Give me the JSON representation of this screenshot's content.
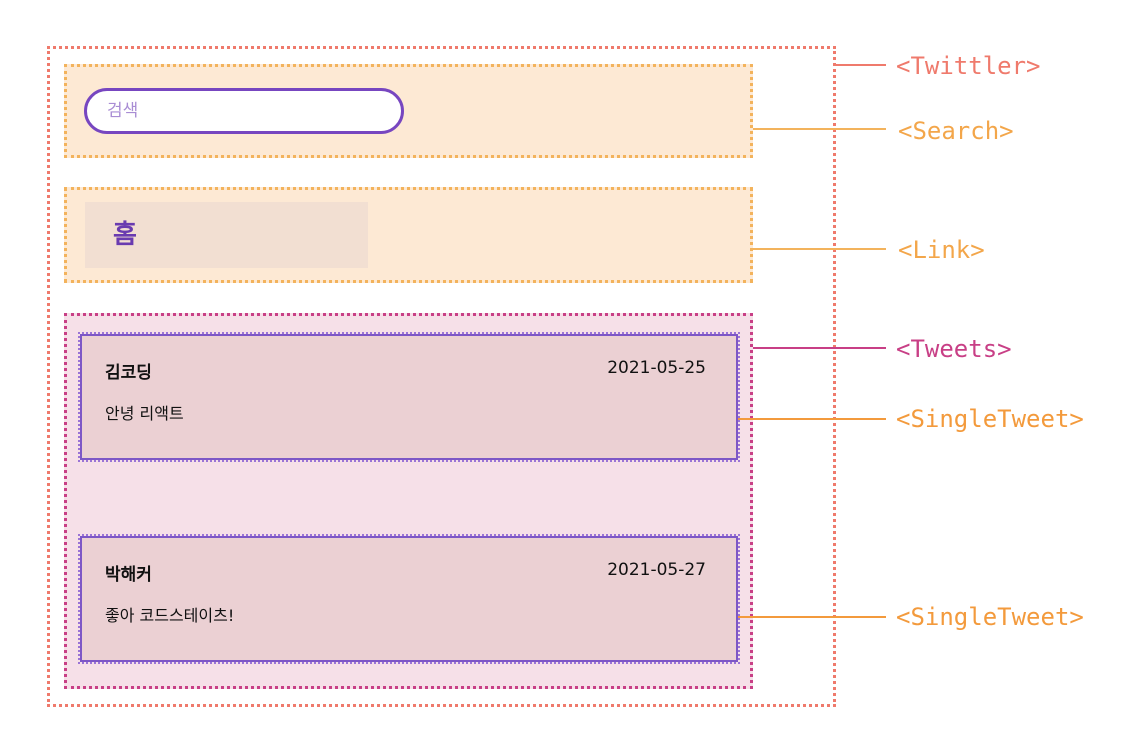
{
  "search": {
    "placeholder": "검색"
  },
  "link": {
    "label": "홈"
  },
  "tweets": [
    {
      "username": "김코딩",
      "date": "2021-05-25",
      "content": "안녕 리액트"
    },
    {
      "username": "박해커",
      "date": "2021-05-27",
      "content": "좋아 코드스테이츠!"
    }
  ],
  "labels": {
    "twittler": "<Twittler>",
    "search": "<Search>",
    "link": "<Link>",
    "tweets": "<Tweets>",
    "single_tweet_1": "<SingleTweet>",
    "single_tweet_2": "<SingleTweet>"
  },
  "colors": {
    "twittler": "#ef7a6c",
    "search_link": "#f3b35c",
    "tweets": "#c83f86",
    "single_tweet": "#f39a3c"
  }
}
